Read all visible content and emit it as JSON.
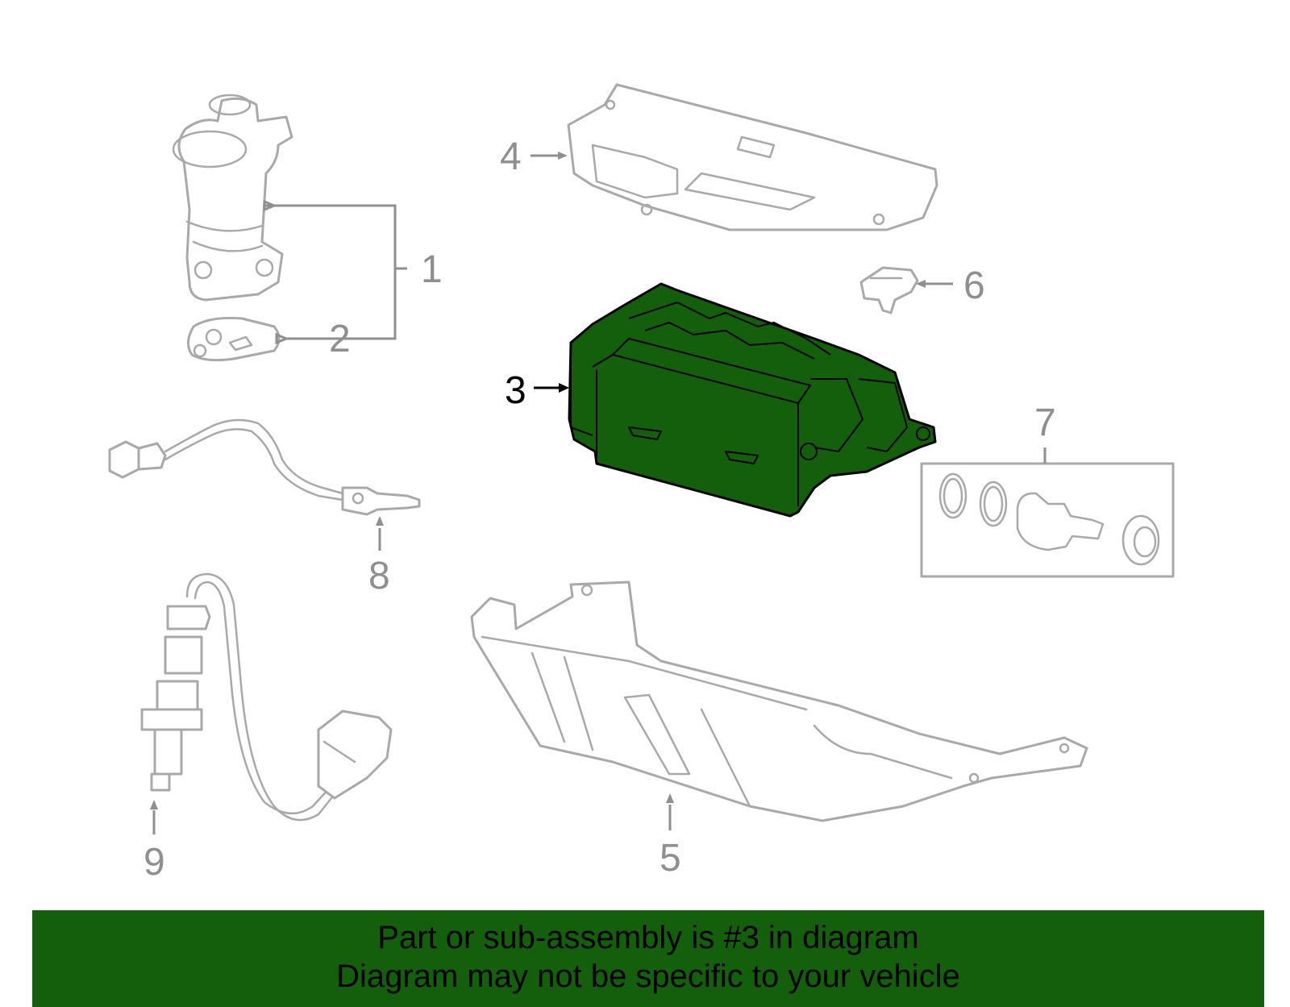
{
  "callouts": {
    "c1": "1",
    "c2": "2",
    "c3": "3",
    "c4": "4",
    "c5": "5",
    "c6": "6",
    "c7": "7",
    "c8": "8",
    "c9": "9"
  },
  "highlighted_part": "3",
  "colors": {
    "highlight": "#135f0c",
    "outline": "#a9a9a9",
    "banner": "#135f0c"
  },
  "banner": {
    "line1": "Part or sub-assembly is #3 in diagram",
    "line2": "Diagram may not be specific to your vehicle"
  }
}
